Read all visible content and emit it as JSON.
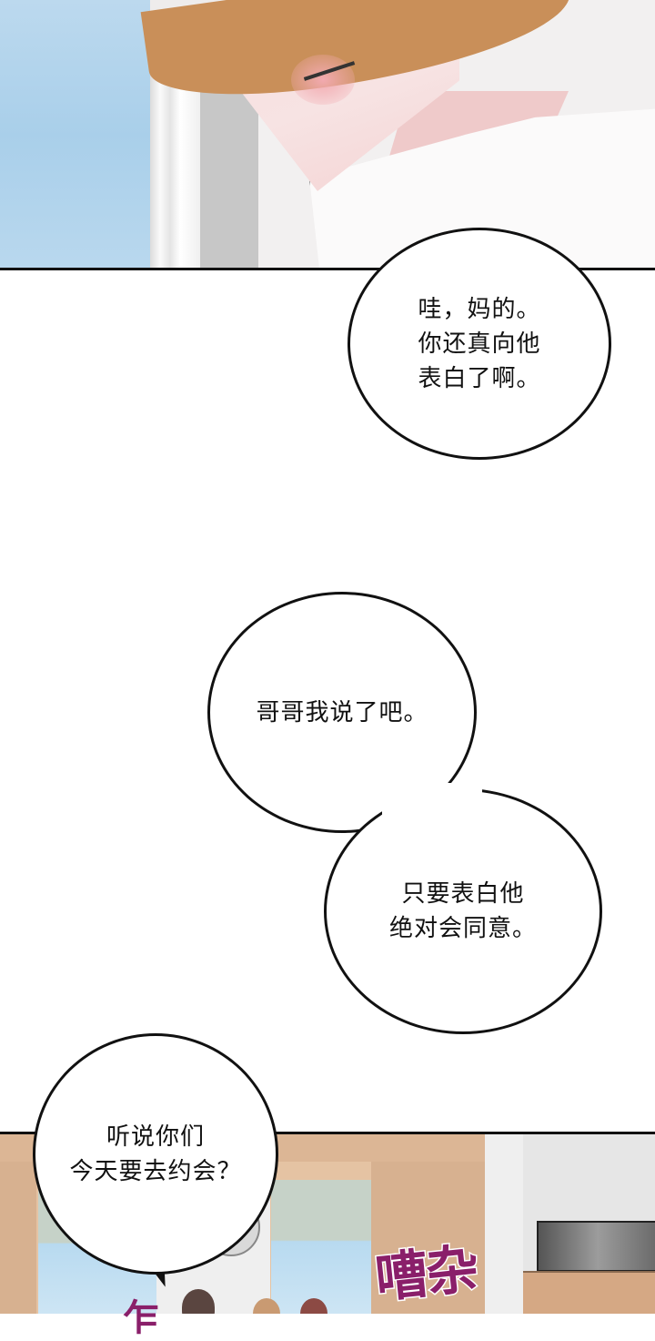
{
  "panels": [
    {
      "id": "panel-1",
      "description": "close-up of blushing man in white shirt by window"
    },
    {
      "id": "panel-2",
      "description": "office/classroom interior with people"
    }
  ],
  "bubbles": {
    "bubble1": {
      "lines": [
        "哇，妈的。",
        "你还真向他",
        "表白了啊。"
      ]
    },
    "bubble2a": {
      "lines": [
        "哥哥我说了吧。"
      ]
    },
    "bubble2b": {
      "lines": [
        "只要表白他",
        "绝对会同意。"
      ]
    },
    "bubble3": {
      "lines": [
        "听说你们",
        "今天要去约会？"
      ]
    }
  },
  "sfx": {
    "main": "嘈杂",
    "partial": "乍"
  },
  "colors": {
    "sfx": "#8a1f6a",
    "sky": "#a9cfea",
    "wall_tan": "#e5c3a3",
    "outline": "#111111"
  }
}
